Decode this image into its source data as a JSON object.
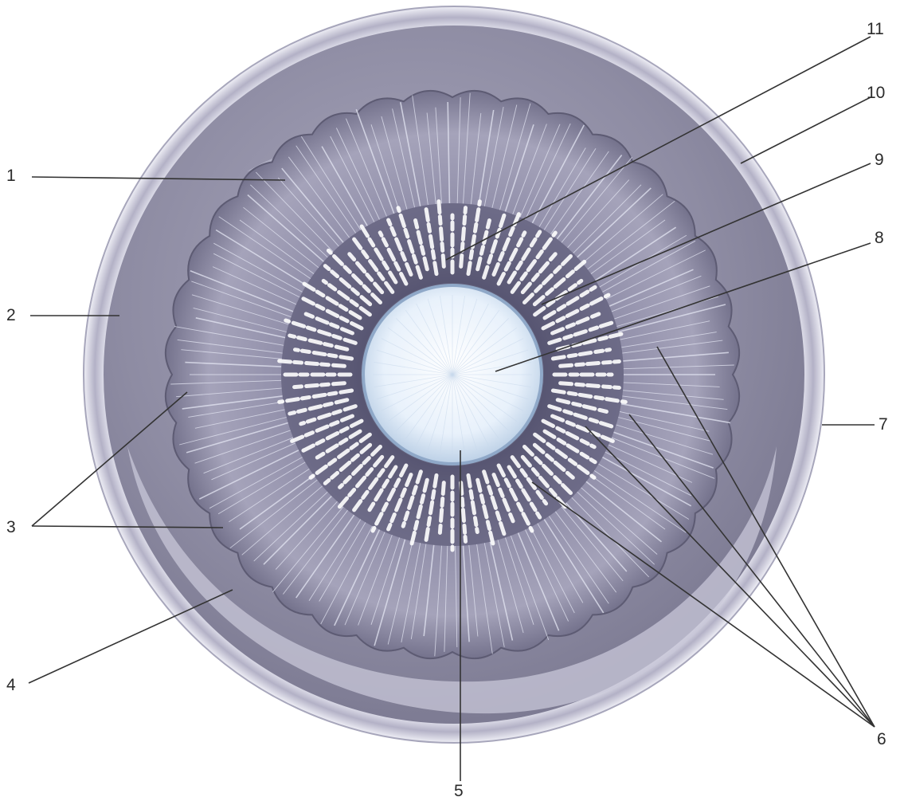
{
  "labels": {
    "l1": "1",
    "l2": "2",
    "l3": "3",
    "l4": "4",
    "l5": "5",
    "l6": "6",
    "l7": "7",
    "l8": "8",
    "l9": "9",
    "l10": "10",
    "l11": "11"
  },
  "colors": {
    "background": "#ffffff",
    "sclera_rim": "#d9d9e8",
    "outer_field": "#8f8da4",
    "iris_dark": "#6c6a82",
    "iris_mid": "#9e9cb3",
    "pupil": "#eef4fb",
    "leader_line": "#333333"
  }
}
